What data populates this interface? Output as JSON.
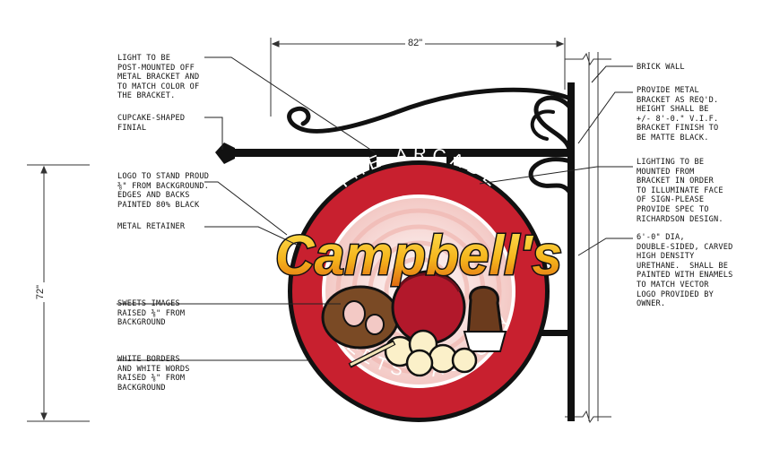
{
  "dimensions": {
    "width_label": "82\"",
    "height_label": "72\""
  },
  "notes_left": [
    {
      "id": "light",
      "text": "LIGHT TO BE\nPOST-MOUNTED OFF\nMETAL BRACKET AND\nTO MATCH COLOR OF\nTHE BRACKET."
    },
    {
      "id": "finial",
      "text": "CUPCAKE-SHAPED\nFINIAL"
    },
    {
      "id": "logo",
      "text": "LOGO TO STAND PROUD\n⅜\" FROM BACKGROUND.\nEDGES AND BACKS\nPAINTED 80% BLACK"
    },
    {
      "id": "retainer",
      "text": "METAL RETAINER"
    },
    {
      "id": "sweets",
      "text": "SWEETS IMAGES\nRAISED ⅜\" FROM\nBACKGROUND"
    },
    {
      "id": "borders",
      "text": "WHITE BORDERS\nAND WHITE WORDS\nRAISED ⅜\" FROM\nBACKGROUND"
    }
  ],
  "notes_right": [
    {
      "id": "brick",
      "text": "BRICK WALL"
    },
    {
      "id": "bracket",
      "text": "PROVIDE METAL\nBRACKET AS REQ'D.\nHEIGHT SHALL BE\n+/- 8'-0.\" V.I.F.\nBRACKET FINISH TO\nBE MATTE BLACK."
    },
    {
      "id": "lighting",
      "text": "LIGHTING TO BE\nMOUNTED FROM\nBRACKET IN ORDER\nTO ILLUMINATE FACE\nOF SIGN-PLEASE\nPROVIDE SPEC TO\nRICHARDSON DESIGN."
    },
    {
      "id": "sign",
      "text": "6'-0\" DIA,\nDOUBLE-SIDED, CARVED\nHIGH DENSITY\nURETHANE.  SHALL BE\nPAINTED WITH ENAMELS\nTO MATCH VECTOR\nLOGO PROVIDED BY\nOWNER."
    }
  ],
  "sign": {
    "top_text": "THE ARCADE",
    "logo_text": "Campbell's",
    "bottom_text": "SWEETS FACTORY"
  },
  "colors": {
    "ring_red": "#c8202f",
    "inner_pink": "#f6d4d1",
    "logo_yellow": "#f7c51e",
    "logo_orange": "#e8791a",
    "bracket_black": "#111111"
  }
}
